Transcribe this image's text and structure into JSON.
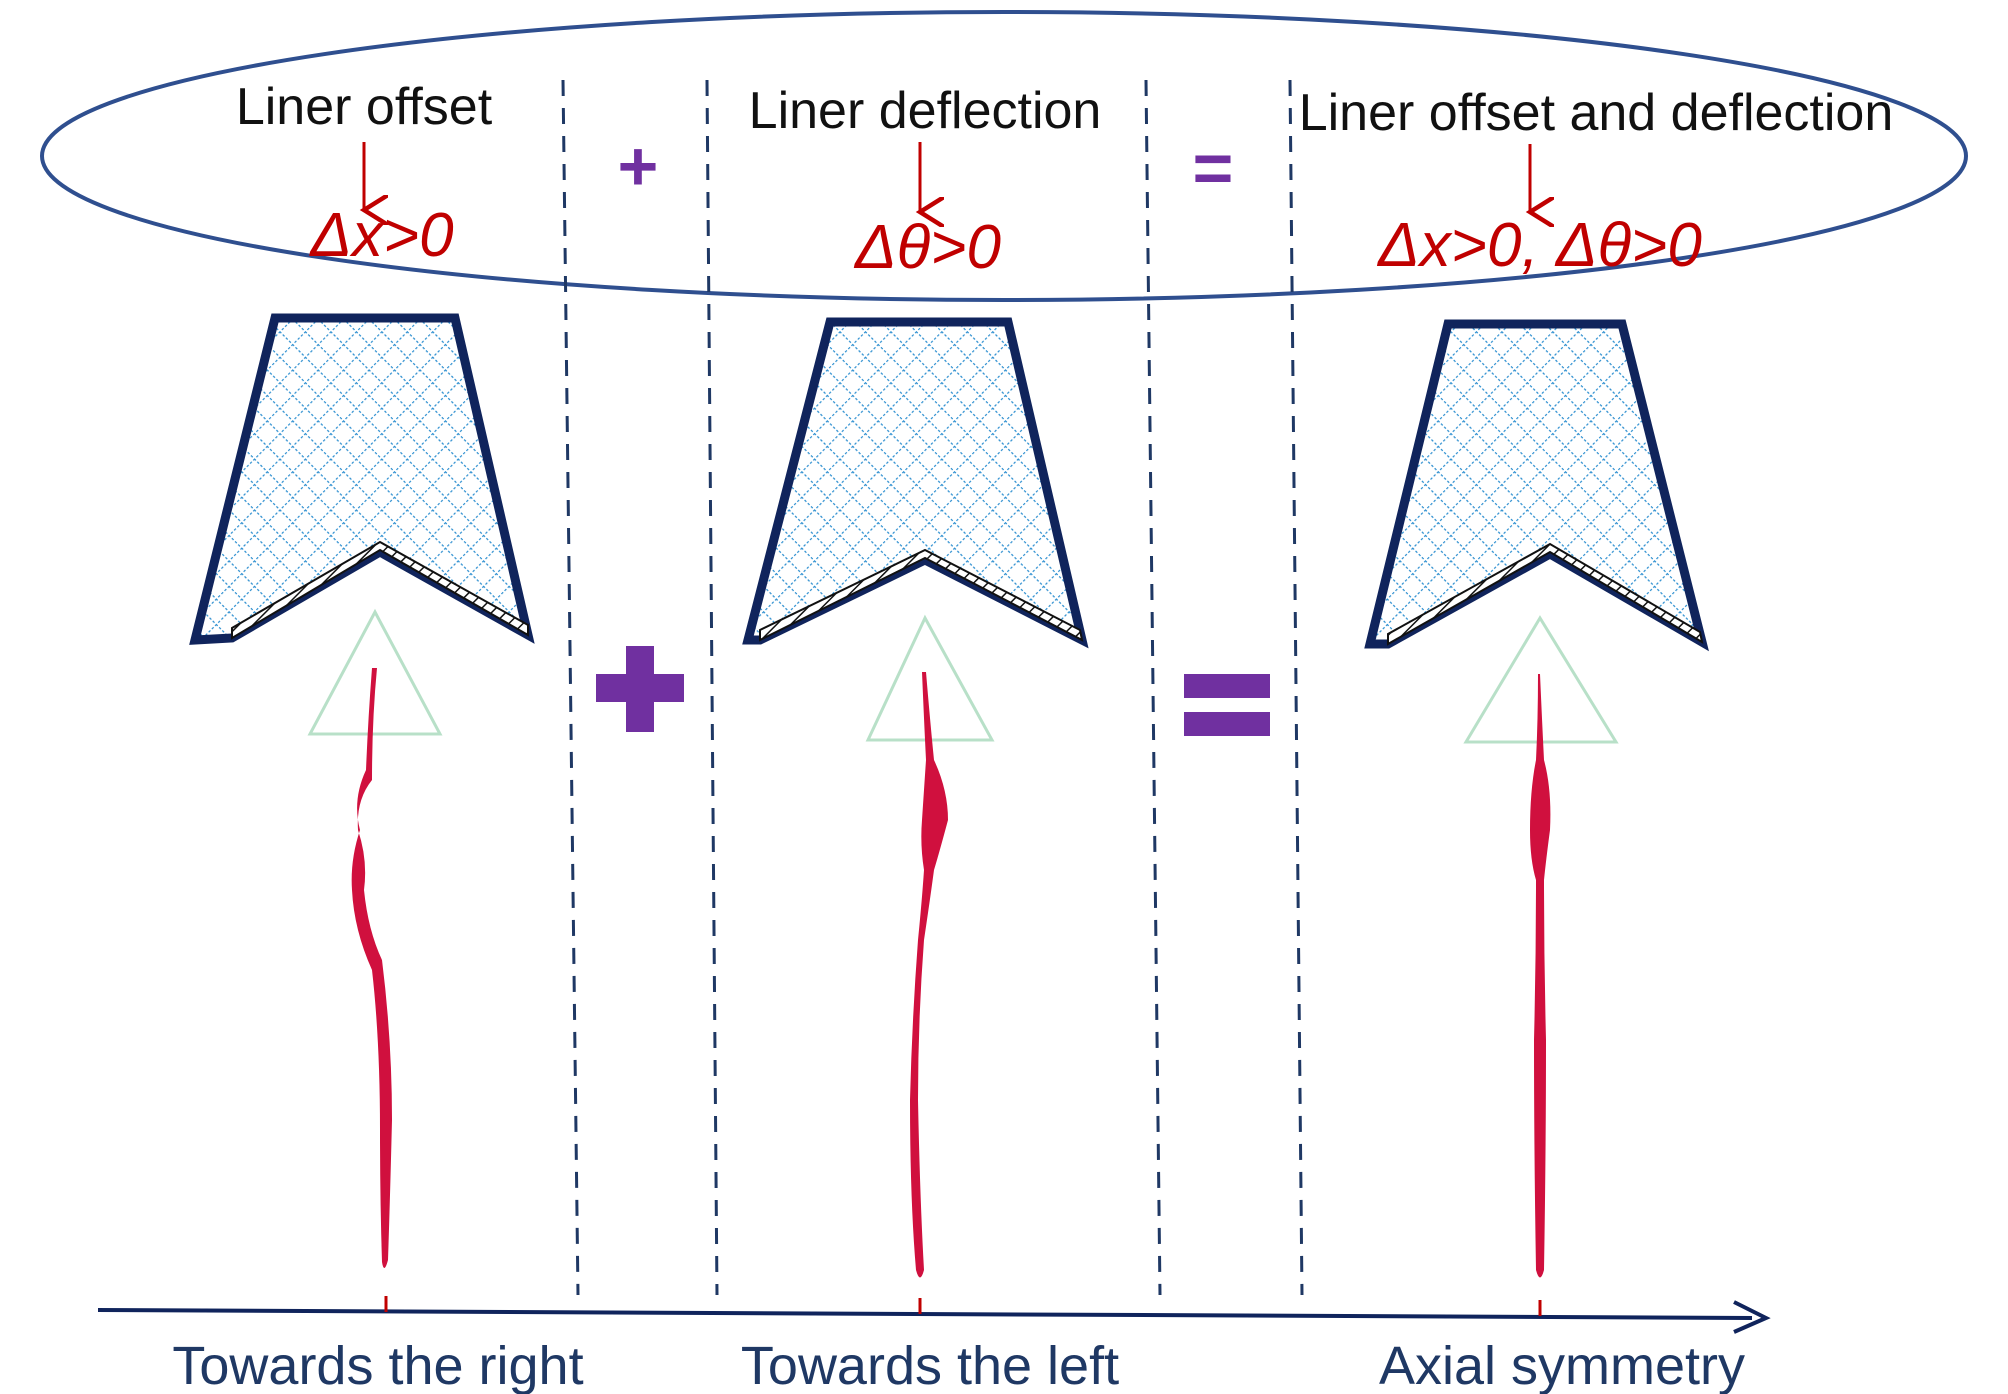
{
  "panels": [
    {
      "title": "Liner offset",
      "condition": "Δx>0",
      "direction": "Towards the right"
    },
    {
      "title": "Liner deflection",
      "condition": "Δθ>0",
      "direction": "Towards the left"
    },
    {
      "title": "Liner offset and deflection",
      "condition": "Δx>0, Δθ>0",
      "direction": "Axial symmetry"
    }
  ],
  "operators": {
    "plus": "+",
    "equals": "="
  },
  "colors": {
    "frame": "#10245c",
    "jet": "#d0103e",
    "operator": "#7030a0",
    "condition": "#c00000",
    "divider": "#1f3864",
    "ellipse": "#2f4f8f",
    "mesh": "#2d8fd0"
  }
}
